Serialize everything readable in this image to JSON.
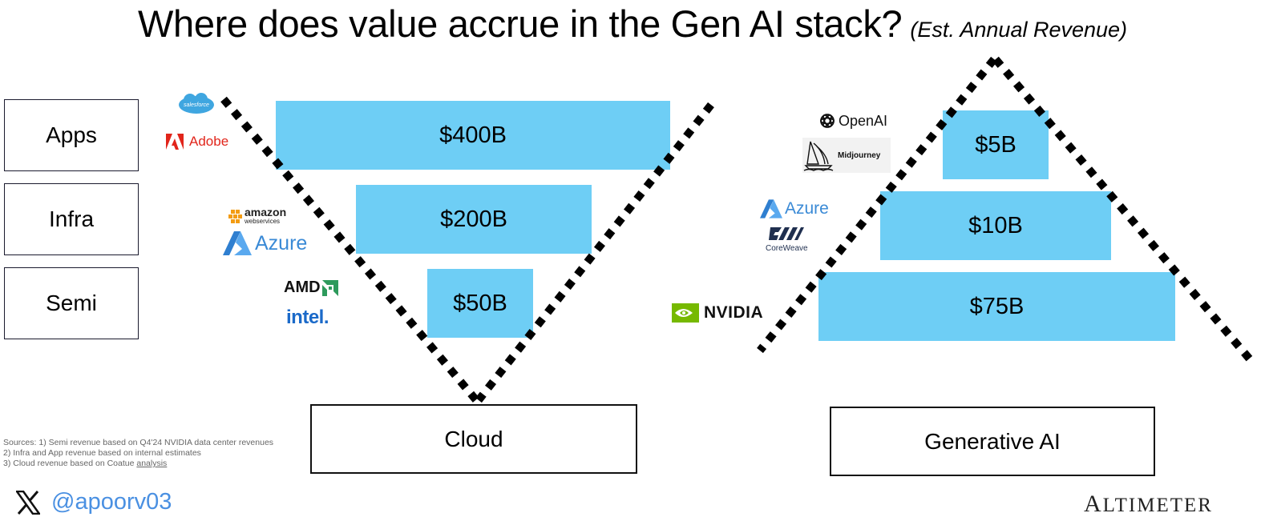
{
  "title": {
    "main": "Where does value accrue in the Gen AI stack?",
    "subtitle": "(Est. Annual Revenue)"
  },
  "categories": [
    "Apps",
    "Infra",
    "Semi"
  ],
  "cloud": {
    "label": "Cloud",
    "shape": "inverted-triangle",
    "layers": [
      {
        "category": "Apps",
        "value_label": "$400B",
        "value_billion": 400,
        "logos": [
          "Salesforce",
          "Adobe"
        ]
      },
      {
        "category": "Infra",
        "value_label": "$200B",
        "value_billion": 200,
        "logos": [
          "Amazon Web Services",
          "Azure"
        ]
      },
      {
        "category": "Semi",
        "value_label": "$50B",
        "value_billion": 50,
        "logos": [
          "AMD",
          "Intel"
        ]
      }
    ]
  },
  "generative_ai": {
    "label": "Generative AI",
    "shape": "triangle",
    "layers": [
      {
        "category": "Apps",
        "value_label": "$5B",
        "value_billion": 5,
        "logos": [
          "OpenAI",
          "Midjourney"
        ]
      },
      {
        "category": "Infra",
        "value_label": "$10B",
        "value_billion": 10,
        "logos": [
          "Azure",
          "CoreWeave"
        ]
      },
      {
        "category": "Semi",
        "value_label": "$75B",
        "value_billion": 75,
        "logos": [
          "NVIDIA"
        ]
      }
    ]
  },
  "logos": {
    "salesforce": "salesforce",
    "adobe": "Adobe",
    "amazon": "amazon",
    "aws_sub": "webservices",
    "azure": "Azure",
    "amd": "AMD",
    "intel": "intel.",
    "openai": "OpenAI",
    "midjourney": "Midjourney",
    "coreweave": "CoreWeave",
    "nvidia": "NVIDIA"
  },
  "sources": {
    "line1": "Sources: 1) Semi revenue based on Q4'24 NVIDIA data center revenues",
    "line2": "2) Infra and App revenue based on internal estimates",
    "line3_prefix": "3) Cloud revenue based on Coatue ",
    "line3_link": "analysis"
  },
  "footer": {
    "handle": "@apoorv03",
    "brand_first": "A",
    "brand_rest": "LTIMETER"
  },
  "colors": {
    "bar": "#6ecef5",
    "salesforce": "#3fa6e0",
    "adobe": "#e1251b",
    "aws_orange": "#f39c12",
    "azure": "#3a8ad6",
    "amd_green": "#2e9a5c",
    "intel": "#1b6ac9",
    "nvidia": "#76b900",
    "coreweave": "#1f2f4f",
    "handle": "#4a90e2"
  }
}
